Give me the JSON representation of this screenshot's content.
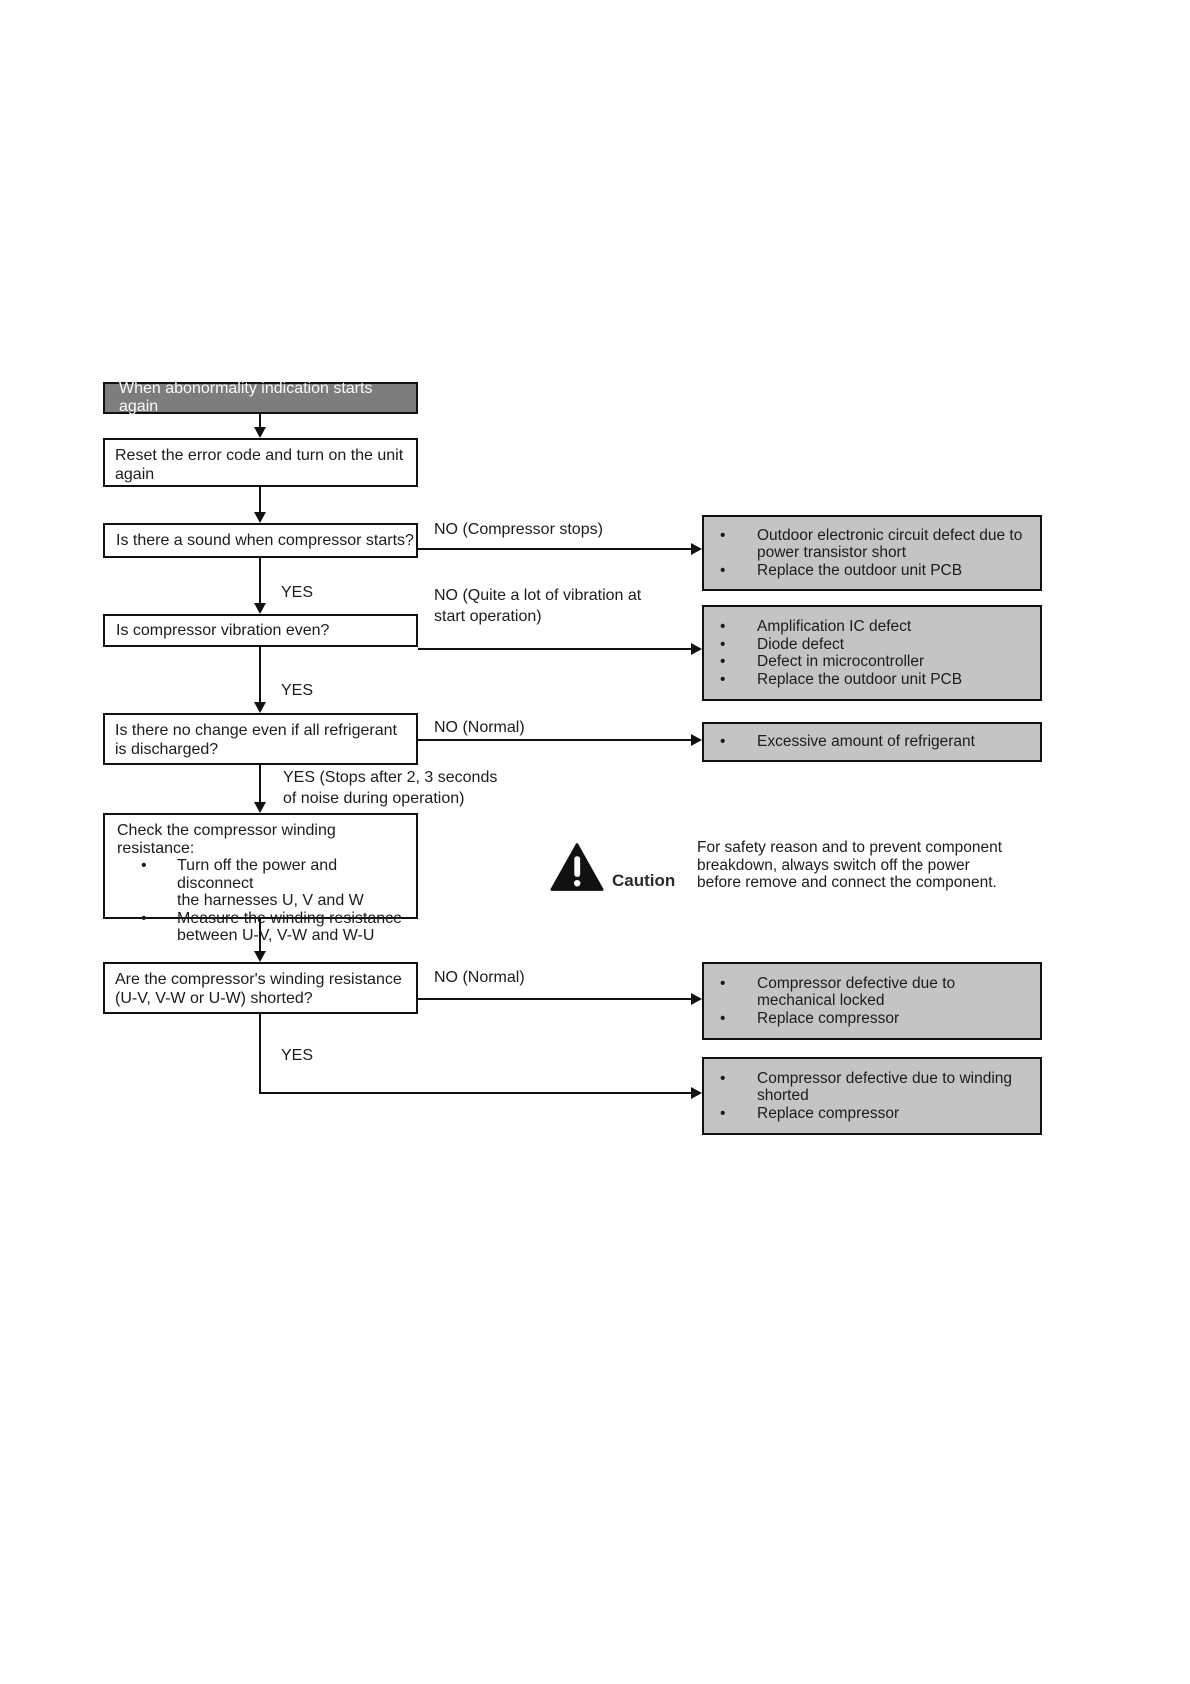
{
  "glyphs": {
    "bullet": "•"
  },
  "colors": {
    "start_box_bg": "#7d7d7d",
    "start_box_text": "#fafafa",
    "result_box_bg": "#c4c4c4",
    "border_and_lines": "#111111",
    "text": "#1c1c1c"
  },
  "flowchart": {
    "start": "When abonormality indication starts again",
    "steps": {
      "reset": "Reset the error code and turn on the unit\nagain",
      "q_sound": "Is there a sound when compressor starts?",
      "q_vibration": "Is compressor vibration even?",
      "q_refrigerant": "Is there no change even if all refrigerant\nis discharged?",
      "check_title": "Check the compressor winding resistance:",
      "check_bullets": [
        "Turn off the power and disconnect\nthe harnesses U, V and W",
        "Measure the winding resistance\nbetween U-V, V-W and W-U"
      ],
      "q_shorted": "Are the compressor's winding resistance\n(U-V, V-W or U-W) shorted?"
    },
    "branch_labels": {
      "q_sound_no": "NO (Compressor stops)",
      "q_sound_yes": "YES",
      "q_vibration_no": "NO (Quite a lot of vibration at\nstart operation)",
      "q_vibration_yes": "YES",
      "q_refrigerant_no": "NO (Normal)",
      "q_refrigerant_yes": "YES (Stops after 2, 3 seconds\nof noise during operation)",
      "q_shorted_no": "NO (Normal)",
      "q_shorted_yes": "YES"
    },
    "results": {
      "transistor_short": [
        "Outdoor electronic circuit defect due to\npower transistor short",
        "Replace the outdoor unit PCB"
      ],
      "ic_defect": [
        "Amplification IC defect",
        "Diode defect",
        "Defect in microcontroller",
        "Replace the outdoor unit PCB"
      ],
      "refrigerant": [
        "Excessive amount of refrigerant"
      ],
      "mechanical_locked": [
        "Compressor defective due to\nmechanical locked",
        "Replace compressor"
      ],
      "winding_shorted": [
        "Compressor defective due to winding\nshorted",
        "Replace compressor"
      ]
    },
    "caution": {
      "label": "Caution",
      "text": "For safety reason and to prevent component\nbreakdown, always switch off the power\nbefore remove and connect the component."
    }
  }
}
